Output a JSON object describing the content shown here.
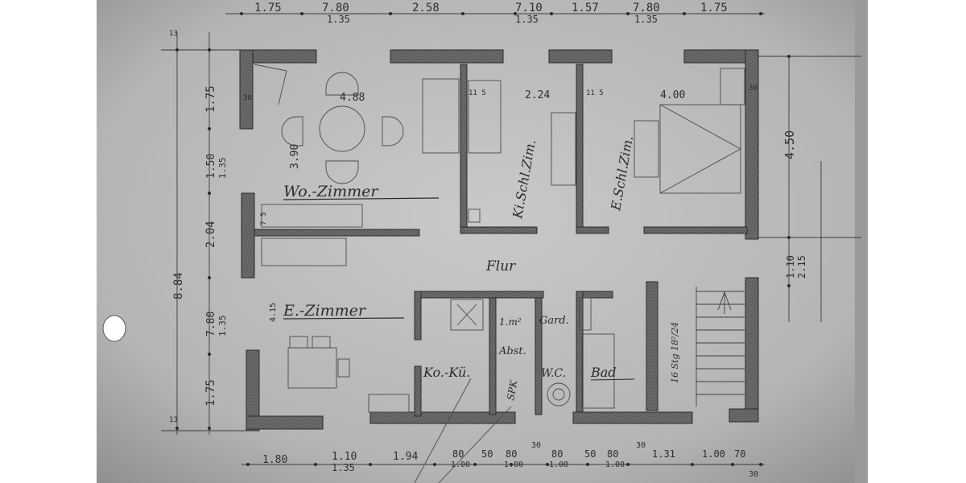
{
  "colors": {
    "paper": "#bdbdbd",
    "paper_dark": "#8f8f8f",
    "wall": "#7a7a7a",
    "ink": "#2e2e2e",
    "background": "#ffffff"
  },
  "rooms": {
    "living": "Wo.-Zimmer",
    "dining": "E.-Zimmer",
    "hall": "Flur",
    "kids_bedroom": "Ki.Schl.Zim.",
    "parents_bedroom": "E.Schl.Zim.",
    "kitchen": "Ko.-Kü.",
    "bath": "Bad",
    "wc": "W.C.",
    "wardrobe": "Gard.",
    "pantry": "Abst.",
    "pantry_area": "1.m²",
    "marker": "SPK",
    "stairs": "16 Stg 18²/24"
  },
  "dims_top": [
    {
      "v": "1.75"
    },
    {
      "v": "7.80",
      "s": "1.35"
    },
    {
      "v": "2.58"
    },
    {
      "v": "7.10",
      "s": "1.35"
    },
    {
      "v": "1.57"
    },
    {
      "v": "7.80",
      "s": "1.35"
    },
    {
      "v": "1.75"
    }
  ],
  "dims_bottom": [
    {
      "v": "1.80"
    },
    {
      "v": "1.10",
      "s": "1.35"
    },
    {
      "v": "1.94"
    },
    {
      "v": "80",
      "s": "1.00"
    },
    {
      "v": "50"
    },
    {
      "v": "80",
      "s": "1.00"
    },
    {
      "v": "80",
      "s": "1.00"
    },
    {
      "v": "50"
    },
    {
      "v": "80",
      "s": "1.00"
    },
    {
      "v": "1.31"
    },
    {
      "v": "1.00"
    },
    {
      "v": "70"
    }
  ],
  "dims_bottom_extra": [
    "30",
    "30",
    "30"
  ],
  "dims_left": [
    {
      "v": "1.75"
    },
    {
      "v": "1.50",
      "s": "1.35"
    },
    {
      "v": "2.04"
    },
    {
      "v": "7.80",
      "s": "1.35"
    },
    {
      "v": "1.75"
    }
  ],
  "dims_left_total": "8.84",
  "dims_right": {
    "upper": "4.50",
    "mid": "1.10",
    "mid2": "2.15"
  },
  "inner_dims": {
    "living_width": "4.88",
    "living_height": "3.90",
    "kids_width": "2.24",
    "parents_width": "4.00",
    "dining_small": "4.15",
    "small_a": "11 5",
    "small_b": "11 5",
    "wall_a": "30",
    "wall_b": "30",
    "wall_c": "7 5",
    "corner": "13",
    "corner_b": "13"
  }
}
